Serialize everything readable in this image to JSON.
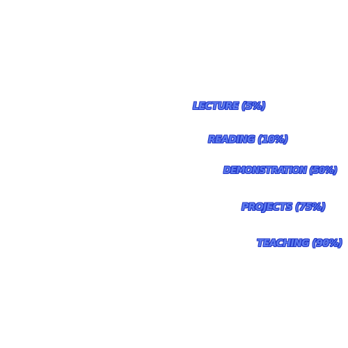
{
  "levels": [
    {
      "label": "LECTURE (5%)"
    },
    {
      "label": "READING (10%)"
    },
    {
      "label": "DEMONSTRATION (50%)"
    },
    {
      "label": "PROJECTS (75%)"
    },
    {
      "label": "TEACHING (90%)"
    }
  ],
  "colors": {
    "label_fill": "#5f7df0",
    "label_outline": "#2338c7",
    "background": "#ffffff"
  }
}
